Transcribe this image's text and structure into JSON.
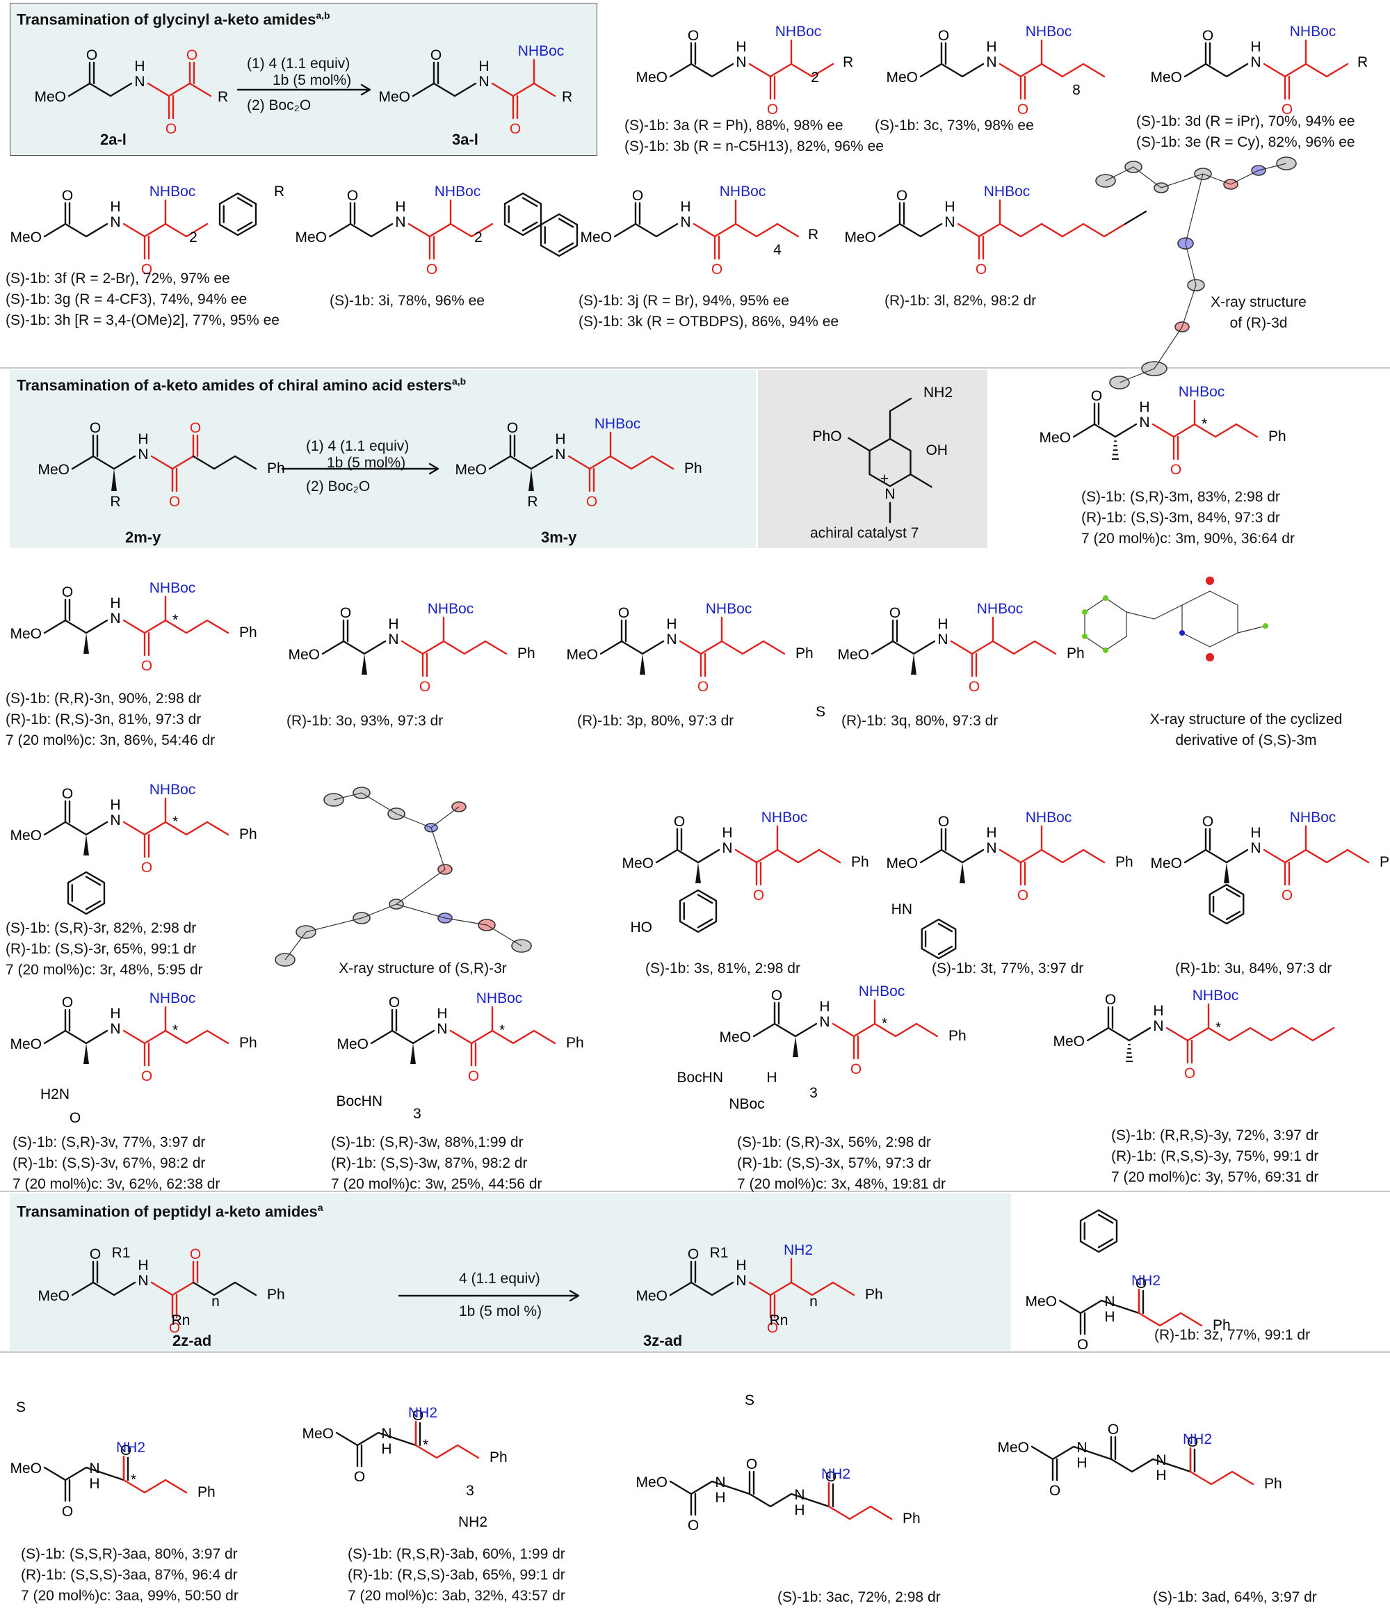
{
  "sections": [
    {
      "id": "s1",
      "header": "Transamination of glycinyl a-keto amides",
      "header_sup": "a,b",
      "reaction": {
        "substrate": "2a-l",
        "product": "3a-l",
        "cond1": "(1) 4 (1.1 equiv)",
        "cond2": "1b (5 mol%)",
        "cond3": "(2) Boc₂O"
      }
    },
    {
      "id": "s2",
      "header": "Transamination of a-keto amides of chiral amino acid esters",
      "header_sup": "a,b",
      "reaction": {
        "substrate": "2m-y",
        "product": "3m-y",
        "cond1": "(1) 4 (1.1 equiv)",
        "cond2": "1b (5 mol%)",
        "cond3": "(2) Boc₂O"
      },
      "catalyst": {
        "label": "achiral catalyst 7"
      }
    },
    {
      "id": "s3",
      "header": "Transamination of peptidyl a-keto amides",
      "header_sup": "a",
      "reaction": {
        "substrate": "2z-ad",
        "product": "3z-ad",
        "cond1": "4 (1.1 equiv)",
        "cond2": "1b  (5 mol %)"
      }
    }
  ],
  "captions": {
    "3a": [
      "(S)-1b: 3a (R = Ph), 88%, 98% ee",
      "(S)-1b: 3b  (R = n-C5H13), 82%, 96% ee"
    ],
    "3c": [
      "(S)-1b: 3c, 73%, 98% ee"
    ],
    "3d": [
      "(S)-1b: 3d (R = iPr), 70%, 94% ee",
      "(S)-1b: 3e (R = Cy), 82%, 96% ee"
    ],
    "3f": [
      "(S)-1b: 3f (R = 2-Br), 72%, 97% ee",
      "(S)-1b: 3g (R = 4-CF3), 74%, 94% ee",
      "(S)-1b: 3h [R = 3,4-(OMe)2], 77%, 95% ee"
    ],
    "3i": [
      "(S)-1b: 3i, 78%, 96% ee"
    ],
    "3j": [
      "(S)-1b: 3j (R = Br), 94%, 95% ee",
      "(S)-1b: 3k (R = OTBDPS), 86%, 94% ee"
    ],
    "3l": [
      "(R)-1b: 3l, 82%, 98:2 dr"
    ],
    "xray3d": [
      "X-ray structure",
      "of (R)-3d"
    ],
    "3m": [
      "(S)-1b: (S,R)-3m, 83%, 2:98 dr",
      "(R)-1b: (S,S)-3m, 84%, 97:3 dr",
      "7 (20 mol%)c: 3m, 90%, 36:64 dr"
    ],
    "3n": [
      "(S)-1b: (R,R)-3n, 90%, 2:98 dr",
      "(R)-1b: (R,S)-3n, 81%, 97:3 dr",
      "7 (20 mol%)c: 3n, 86%, 54:46 dr"
    ],
    "3o": [
      "(R)-1b: 3o, 93%, 97:3 dr"
    ],
    "3p": [
      "(R)-1b: 3p, 80%, 97:3 dr"
    ],
    "3q": [
      "(R)-1b: 3q, 80%, 97:3 dr"
    ],
    "xray3m": [
      "X-ray structure of the cyclized",
      "derivative of (S,S)-3m"
    ],
    "3r": [
      "(S)-1b: (S,R)-3r, 82%, 2:98 dr",
      "(R)-1b: (S,S)-3r, 65%, 99:1 dr",
      "7 (20 mol%)c: 3r, 48%, 5:95 dr"
    ],
    "xray3r": [
      "X-ray structure of (S,R)-3r"
    ],
    "3s": [
      "(S)-1b: 3s, 81%, 2:98 dr"
    ],
    "3t": [
      "(S)-1b: 3t, 77%, 3:97 dr"
    ],
    "3u": [
      "(R)-1b: 3u, 84%, 97:3 dr"
    ],
    "3v": [
      "(S)-1b: (S,R)-3v, 77%, 3:97 dr",
      "(R)-1b: (S,S)-3v, 67%, 98:2 dr",
      "7 (20 mol%)c: 3v, 62%, 62:38 dr"
    ],
    "3w": [
      "(S)-1b: (S,R)-3w, 88%,1:99 dr",
      "(R)-1b: (S,S)-3w, 87%, 98:2 dr",
      "7 (20 mol%)c: 3w, 25%, 44:56 dr"
    ],
    "3x": [
      "(S)-1b: (S,R)-3x, 56%, 2:98 dr",
      "(R)-1b: (S,S)-3x, 57%, 97:3 dr",
      "7 (20 mol%)c: 3x, 48%, 19:81 dr"
    ],
    "3y": [
      "(S)-1b: (R,R,S)-3y, 72%, 3:97 dr",
      "(R)-1b: (R,S,S)-3y, 75%, 99:1 dr",
      "7 (20 mol%)c: 3y, 57%, 69:31 dr"
    ],
    "3z": [
      "(R)-1b: 3z, 77%, 99:1 dr"
    ],
    "3aa": [
      "(S)-1b: (S,S,R)-3aa, 80%, 3:97 dr",
      "(R)-1b: (S,S,S)-3aa, 87%, 96:4 dr",
      "7 (20 mol%)c: 3aa, 99%, 50:50 dr"
    ],
    "3ab": [
      "(S)-1b: (R,S,R)-3ab, 60%, 1:99 dr",
      "(R)-1b: (R,S,S)-3ab, 65%, 99:1 dr",
      "7 (20 mol%)c: 3ab, 32%, 43:57 dr"
    ],
    "3ac": [
      "(S)-1b: 3ac, 72%, 2:98 dr"
    ],
    "3ad": [
      "(S)-1b: 3ad, 64%, 3:97 dr"
    ]
  },
  "atoms": {
    "NHBoc": "NHBoc",
    "NH2": "NH2",
    "MeO": "MeO",
    "H": "H",
    "N": "N",
    "O": "O",
    "R": "R",
    "Ph": "Ph",
    "PhO": "PhO",
    "OH": "OH",
    "HO": "HO",
    "HN": "HN",
    "H2N": "H2N",
    "S": "S",
    "BocHN": "BocHN",
    "NBoc": "NBoc",
    "R1": "R1",
    "Rn": "Rn",
    "n": "n",
    "two": "2",
    "three": "3",
    "four": "4",
    "eight": "8",
    "star": "*",
    "plus": "+"
  },
  "colors": {
    "panel_blue": "#e9f2f3",
    "panel_gray": "#e6e6e6",
    "new_bond_red": "#e0201b",
    "amine_blue": "#1a22c8"
  }
}
